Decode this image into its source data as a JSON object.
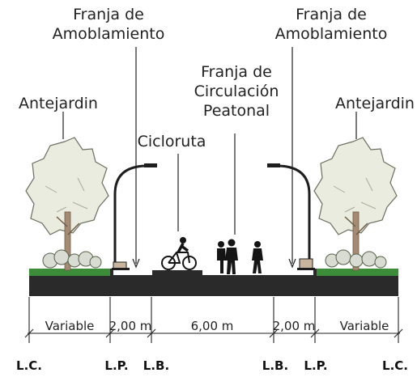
{
  "labels": {
    "franja_amoblamiento_left": "Franja de\nAmoblamiento",
    "franja_amoblamiento_right": "Franja de\nAmoblamiento",
    "franja_circulacion": "Franja de\nCirculación\nPeatonal",
    "antejardin_left": "Antejardin",
    "antejardin_right": "Antejardin",
    "cicloruta": "Cicloruta"
  },
  "dimensions": [
    {
      "key": "variable_left",
      "text": "Variable"
    },
    {
      "key": "amob_left",
      "text": "2,00 m"
    },
    {
      "key": "peatonal",
      "text": "6,00 m"
    },
    {
      "key": "amob_right",
      "text": "2,00 m"
    },
    {
      "key": "variable_right",
      "text": "Variable"
    }
  ],
  "codes": [
    "L.C.",
    "L.P.",
    "L.B.",
    "L.B.",
    "L.P.",
    "L.C."
  ],
  "colors": {
    "ground": "#2a2a2a",
    "grass": "#3d8c3a",
    "tree_foliage": "#e9ecdf",
    "tree_trunk": "#a58b73",
    "shrub": "#d9dcd2",
    "lamp": "#1e1e1e",
    "figure": "#151515"
  },
  "icons": [
    "tree-icon",
    "streetlight-icon",
    "cyclist-icon",
    "pedestrian-icon",
    "bench-icon",
    "shrub-icon"
  ]
}
